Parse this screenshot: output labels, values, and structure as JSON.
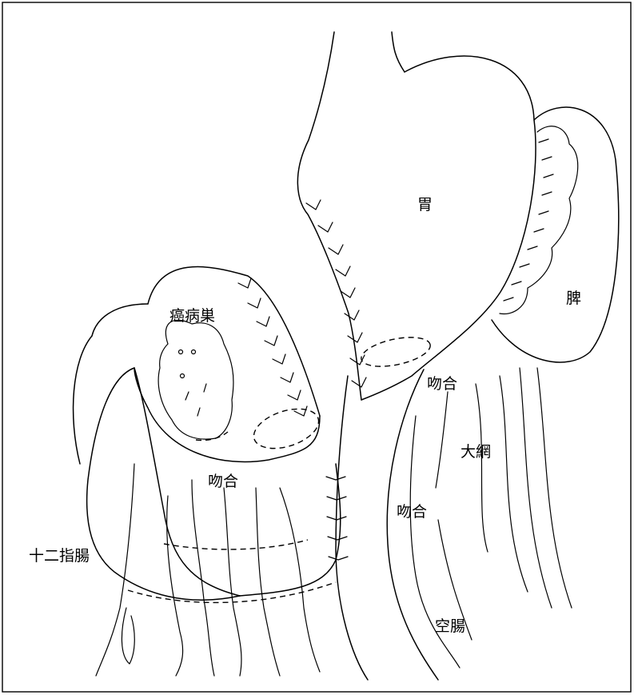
{
  "labels": {
    "stomach": "胃",
    "spleen": "脾",
    "lesion": "癌病巣",
    "anastomosis_upper": "吻合",
    "omentum": "大網",
    "anastomosis_center": "吻合",
    "anastomosis_lower": "吻合",
    "duodenum": "十二指腸",
    "jejunum": "空腸"
  }
}
